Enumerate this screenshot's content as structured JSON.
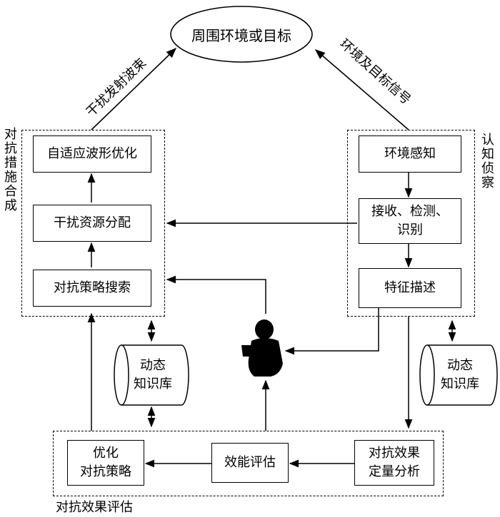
{
  "diagram": {
    "environment": "周围环境或目标",
    "edge_left": "干扰发射波束",
    "edge_right": "环境及目标信号",
    "groups": {
      "countermeasure_synthesis": "对抗措施合成",
      "cognitive_recon": "认知侦察",
      "effect_evaluation": "对抗效果评估"
    },
    "nodes": {
      "adaptive_waveform": "自适应波形优化",
      "resource_allocation": "干扰资源分配",
      "strategy_search": "对抗策略搜索",
      "env_sensing": "环境感知",
      "receive_detect": "接收、检测、\n识别",
      "feature_desc": "特征描述",
      "optimize_strategy": "优化\n对抗策略",
      "efficiency_eval": "效能评估",
      "quant_analysis": "对抗效果\n定量分析",
      "kb_left": "动态\n知识库",
      "kb_right": "动态\n知识库"
    }
  }
}
